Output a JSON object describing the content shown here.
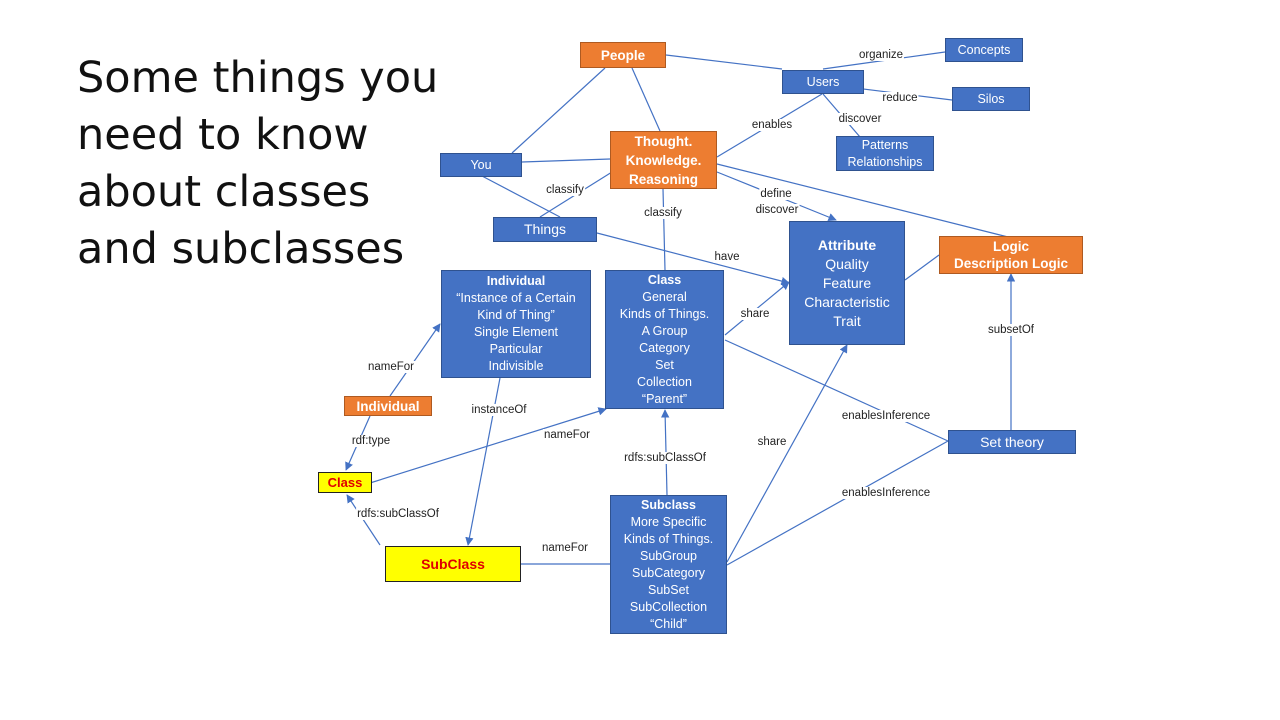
{
  "slide": {
    "title": "Some things you need to know about classes and subclasses"
  },
  "nodes": {
    "people": "People",
    "concepts": "Concepts",
    "users": "Users",
    "silos": "Silos",
    "patterns": [
      "Patterns",
      "Relationships"
    ],
    "you": "You",
    "thought": [
      "Thought.",
      "Knowledge.",
      "Reasoning"
    ],
    "things": "Things",
    "attribute": {
      "title": "Attribute",
      "lines": [
        "Quality",
        "Feature",
        "Characteristic",
        "Trait"
      ]
    },
    "logic": [
      "Logic",
      "Description Logic"
    ],
    "individual": {
      "title": "Individual",
      "lines": [
        "“Instance of a Certain",
        "Kind of Thing”",
        "Single Element",
        "Particular",
        "Indivisible"
      ]
    },
    "class_box": {
      "title": "Class",
      "lines": [
        "General",
        "Kinds of Things.",
        "A Group",
        "Category",
        "Set",
        "Collection",
        "“Parent”"
      ]
    },
    "individual_tag": "Individual",
    "class_tag": "Class",
    "set_theory": "Set theory",
    "subclass_box": {
      "title": "Subclass",
      "lines": [
        "More Specific",
        "Kinds of Things.",
        "SubGroup",
        "SubCategory",
        "SubSet",
        "SubCollection",
        "“Child”"
      ]
    },
    "subclass_tag": "SubClass"
  },
  "edge_labels": {
    "organize": "organize",
    "reduce": "reduce",
    "enables": "enables",
    "discover": "discover",
    "classify_you": "classify",
    "classify_class": "classify",
    "define": "define",
    "discover2": "discover",
    "have": "have",
    "share_class": "share",
    "share_sub": "share",
    "subsetOf": "subsetOf",
    "nameFor_ind": "nameFor",
    "instanceOf": "instanceOf",
    "nameFor_class": "nameFor",
    "rdf_type": "rdf:type",
    "rdfs_subClassOf_mid": "rdfs:subClassOf",
    "rdfs_subClassOf_left": "rdfs:subClassOf",
    "enablesInference_top": "enablesInference",
    "enablesInference_bottom": "enablesInference",
    "nameFor_sub": "nameFor"
  },
  "colors": {
    "blue_node": "#4472c4",
    "orange_node": "#ed7d31",
    "yellow_node": "#ffff00",
    "connector": "#4472c4"
  }
}
